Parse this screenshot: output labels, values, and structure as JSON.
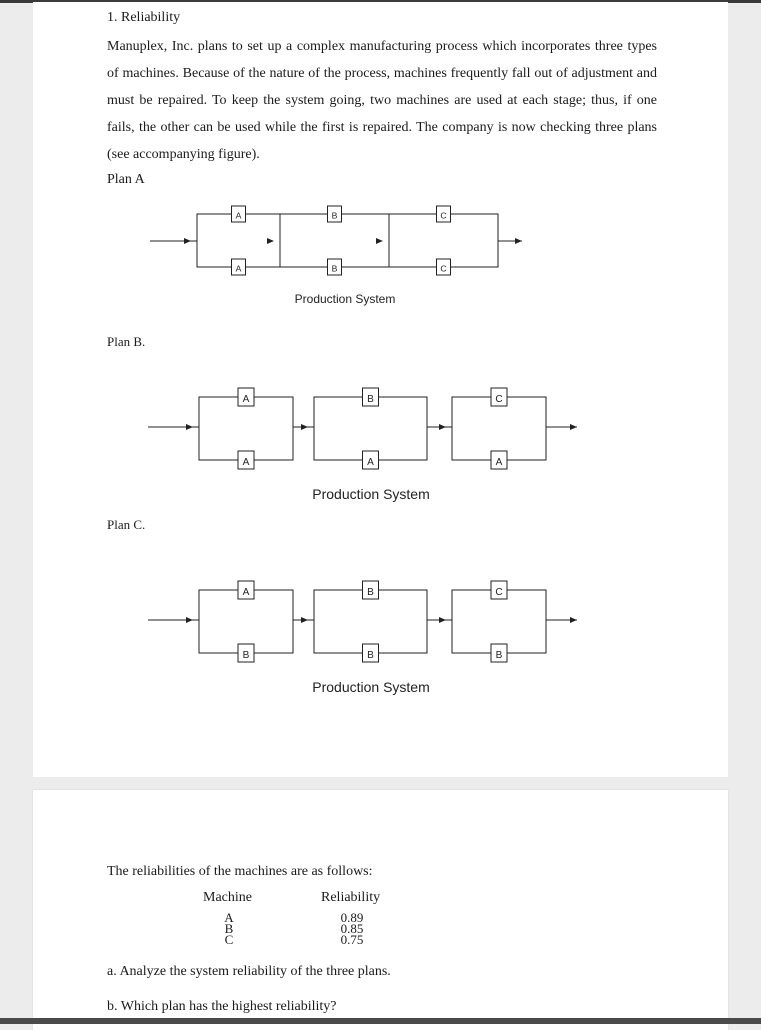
{
  "problem": {
    "heading": "1. Reliability",
    "paragraph": "Manuplex, Inc. plans to set up a complex manufacturing process which incorporates three types of machines. Because of the nature of the process, machines frequently fall out of adjustment and must be repaired. To keep the system going, two machines are used at each stage; thus, if one fails, the other can be used while the first is repaired. The company is now checking three plans (see accompanying figure)."
  },
  "plans": [
    {
      "label": "Plan A",
      "caption": "Production System",
      "stages": [
        {
          "top": "A",
          "bottom": "A"
        },
        {
          "top": "B",
          "bottom": "B"
        },
        {
          "top": "C",
          "bottom": "C"
        }
      ]
    },
    {
      "label": "Plan B.",
      "caption": "Production System",
      "stages": [
        {
          "top": "A",
          "bottom": "A"
        },
        {
          "top": "B",
          "bottom": "A"
        },
        {
          "top": "C",
          "bottom": "A"
        }
      ]
    },
    {
      "label": "Plan C.",
      "caption": "Production System",
      "stages": [
        {
          "top": "A",
          "bottom": "B"
        },
        {
          "top": "B",
          "bottom": "B"
        },
        {
          "top": "C",
          "bottom": "B"
        }
      ]
    }
  ],
  "reliabilities": {
    "intro": "The reliabilities of the machines are as follows:",
    "headers": {
      "machine": "Machine",
      "reliability": "Reliability"
    },
    "rows": [
      {
        "machine": "A",
        "reliability": "0.89"
      },
      {
        "machine": "B",
        "reliability": "0.85"
      },
      {
        "machine": "C",
        "reliability": "0.75"
      }
    ]
  },
  "questions": {
    "a": "a. Analyze the system reliability of the three plans.",
    "b": "b. Which plan has the highest reliability?"
  }
}
